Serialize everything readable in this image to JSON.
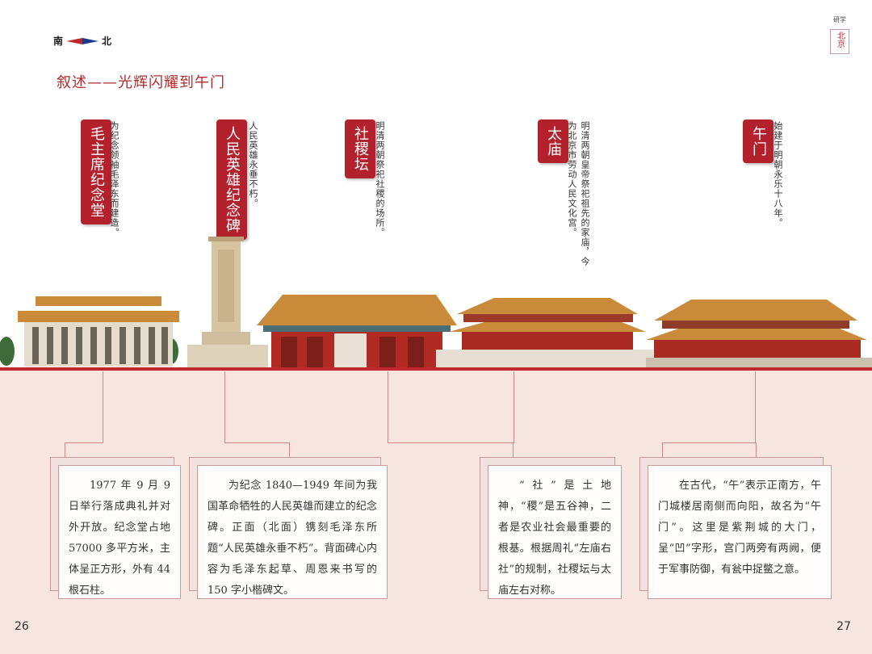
{
  "header": {
    "south_label": "南",
    "north_label": "北",
    "corner_tag": "研学",
    "corner_city": "北京",
    "section_title": "叙述——光辉闪耀到午门"
  },
  "landmarks": [
    {
      "name": "毛主席纪念堂",
      "desc": "为纪念领袖毛泽东而建造。"
    },
    {
      "name": "人民英雄纪念碑",
      "desc": "人民英雄永垂不朽。"
    },
    {
      "name": "社稷坛",
      "desc": "明清两朝祭祀社稷的场所。"
    },
    {
      "name": "太庙",
      "desc": "明清两朝皇帝祭祀祖先的家庙，今为北京市劳动人民文化宫。"
    },
    {
      "name": "午门",
      "desc": "始建于明朝永乐十八年。"
    }
  ],
  "cards": [
    {
      "text": "1977 年 9 月 9 日举行落成典礼并对外开放。纪念堂占地 57000 多平方米，主体呈正方形，外有 44 根石柱。"
    },
    {
      "text": "为纪念 1840—1949 年间为我国革命牺牲的人民英雄而建立的纪念碑。正面（北面）镌刻毛泽东所题“人民英雄永垂不朽”。背面碑心内容为毛泽东起草、周恩来书写的 150 字小楷碑文。"
    },
    {
      "text": "“社”是土地神，“稷”是五谷神，二者是农业社会最重要的根基。根据周礼“左庙右社”的规制，社稷坛与太庙左右对称。"
    },
    {
      "text": "在古代，“午”表示正南方，午门城楼居南侧而向阳，故名为“午门”。这里是紫荆城的大门，呈“凹”字形，宫门两旁有两阙，便于军事防御，有瓮中捉鳖之意。"
    }
  ],
  "pages": {
    "left": "26",
    "right": "27"
  },
  "colors": {
    "accent_red": "#b3222c",
    "band_pink": "#f6e6df",
    "roof_gold": "#c98a3a"
  }
}
